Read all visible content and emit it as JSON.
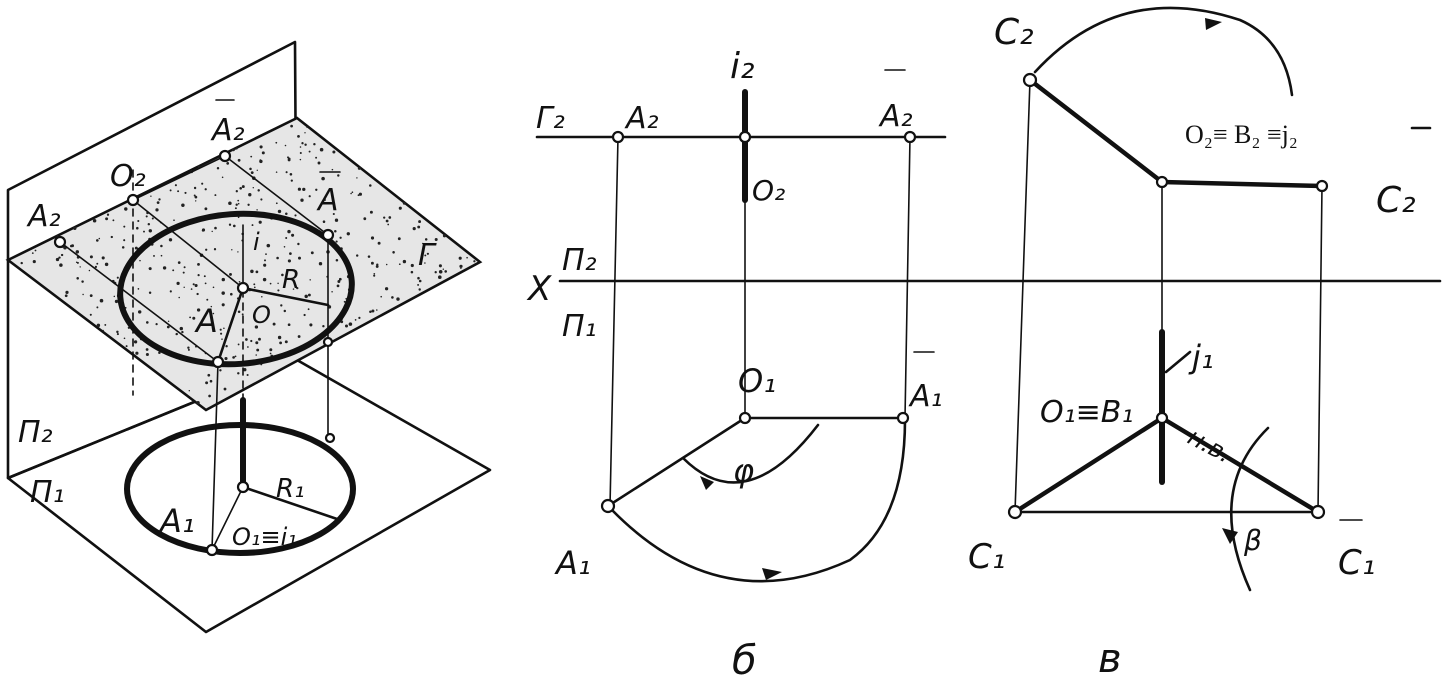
{
  "figure_a": {
    "labels": {
      "a2_left": "A₂",
      "o2": "O₂",
      "a2_bar": "A₂",
      "a_bar": "A",
      "i": "i",
      "r": "R",
      "a": "A",
      "o": "O",
      "gamma": "Γ",
      "pi2": "Π₂",
      "pi1": "Π₁",
      "a1": "A₁",
      "r1": "R₁",
      "o1_eq_i1": "O₁≡i₁"
    }
  },
  "figure_b": {
    "labels": {
      "i2": "i₂",
      "gamma2": "Γ₂",
      "a2": "A₂",
      "a2_bar": "A₂",
      "o2": "O₂",
      "x": "X",
      "pi2": "Π₂",
      "pi1": "Π₁",
      "o1": "O₁",
      "a1_bar": "A₁",
      "phi": "φ",
      "a1": "A₁"
    },
    "caption": "б"
  },
  "figure_c": {
    "labels": {
      "c2": "C₂",
      "o2_b2_j2": "O₂≡ B₂ ≡j₂",
      "c2_bar": "C₂",
      "j1": "j₁",
      "o1_b1": "O₁≡B₁",
      "hb": "н.в.",
      "c1": "C₁",
      "beta": "β",
      "c1_bar": "C₁"
    },
    "caption": "в"
  }
}
